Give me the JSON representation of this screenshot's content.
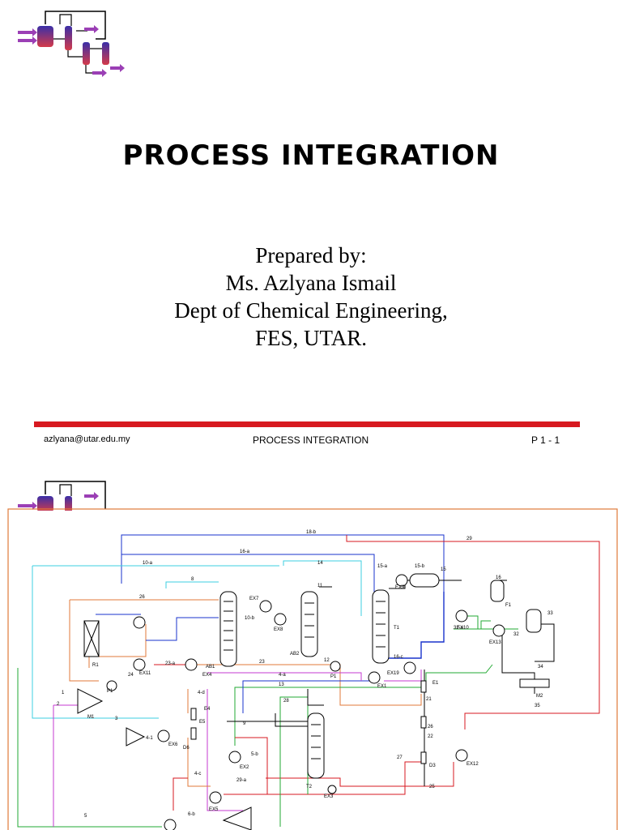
{
  "slide1": {
    "title": "PROCESS INTEGRATION",
    "prepared_by": "Prepared by:",
    "author_name": "Ms. Azlyana Ismail",
    "department": "Dept of Chemical Engineering,",
    "faculty": "FES, UTAR.",
    "footer": {
      "email": "azlyana@utar.edu.my",
      "center_title": "PROCESS INTEGRATION",
      "page": "P 1 - 1"
    }
  },
  "slide2": {
    "stream_labels": [
      "18-b",
      "29",
      "16-a",
      "10-a",
      "14",
      "15-a",
      "15-b",
      "15",
      "16",
      "11",
      "8",
      "26",
      "EX7",
      "10-b",
      "EX8",
      "EX9",
      "EX10",
      "F1",
      "33",
      "R1",
      "AB1",
      "AB2",
      "T1",
      "12",
      "P1",
      "16-c",
      "EX13",
      "EX19",
      "32-a",
      "32",
      "EX11",
      "23-a",
      "24",
      "EX4",
      "23",
      "4-a",
      "13",
      "E1",
      "34",
      "1",
      "2",
      "P1",
      "EX1",
      "21",
      "M2",
      "35",
      "M1",
      "3",
      "4-d",
      "28",
      "22",
      "26",
      "E4",
      "4-1",
      "EX6",
      "E5",
      "9",
      "5-b",
      "D6",
      "T2",
      "27",
      "EX3",
      "EX12",
      "D3",
      "25",
      "4-c",
      "29-a",
      "EX5",
      "6-b",
      "5",
      "EX2"
    ]
  }
}
